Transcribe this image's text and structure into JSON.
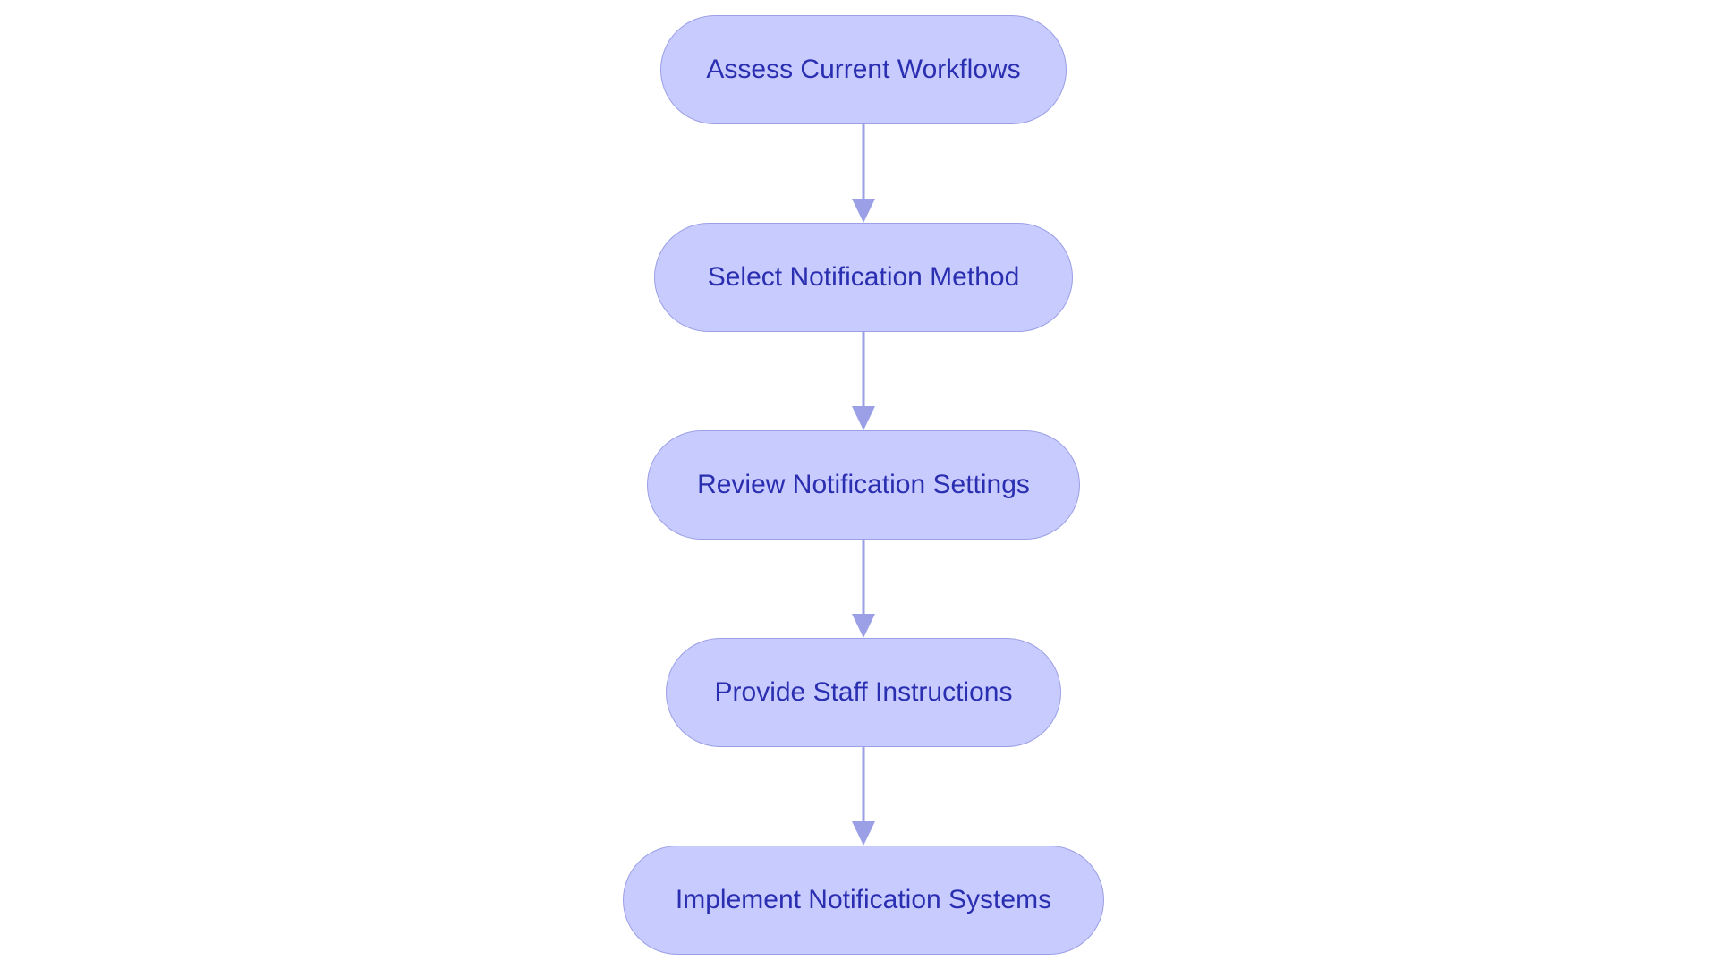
{
  "diagram": {
    "colors": {
      "node_fill": "#c8cbfd",
      "node_border": "#9b9fe6",
      "node_text": "#2a2eb0",
      "connector": "#9b9fe6"
    },
    "nodes": [
      {
        "label": "Assess Current Workflows"
      },
      {
        "label": "Select Notification Method"
      },
      {
        "label": "Review Notification Settings"
      },
      {
        "label": "Provide Staff Instructions"
      },
      {
        "label": "Implement Notification Systems"
      }
    ]
  }
}
